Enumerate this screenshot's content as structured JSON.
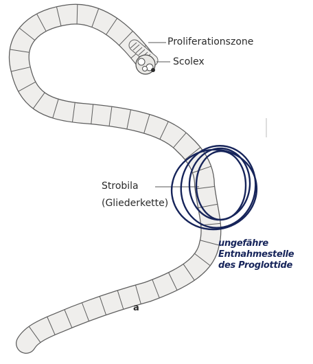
{
  "labels": {
    "proliferation_zone": "Proliferationszone",
    "scolex": "Scolex",
    "strobila_line1": "Strobila",
    "strobila_line2": "(Gliederkette)",
    "panel": "a"
  },
  "handwriting": {
    "line1": "ungefähre",
    "line2": "Entnahmestelle",
    "line3": "des Proglottide"
  },
  "colors": {
    "body_fill": "#efeeec",
    "body_stroke": "#5c5c5c",
    "ink": "#16245a"
  }
}
